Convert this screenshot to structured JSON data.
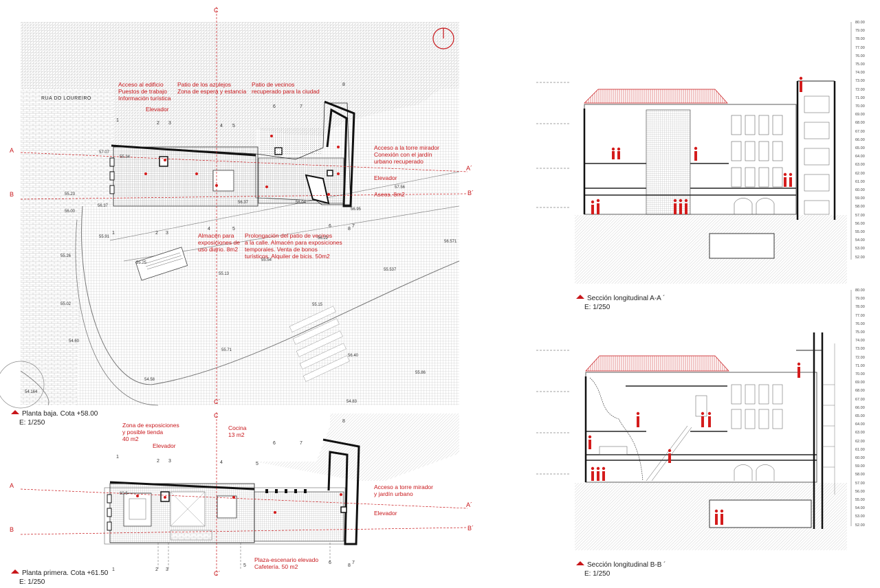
{
  "street_label": "RUA DO LOUREIRO",
  "plan_ground": {
    "caption_title": "Planta baja. Cota +58.00",
    "caption_scale": "E: 1/250",
    "labels": [
      "Acceso al edificio\nPuestos de trabajo\nInformación turística",
      "Elevador",
      "Patio de los azulejos\nZona de espera y estancia",
      "Patio de vecinos\nrecuperado para la ciudad",
      "Acceso a la torre mirador\nConexión con el jardín\nurbano recuperado",
      "Elevador",
      "Aseos. 8m2",
      "Almacén para\nexposiciones de\nuso diario. 8m2",
      "Prolongación del patio de vecinos\na la calle. Almacén para exposiciones\ntemporales. Venta de bonos\nturísticos. Alquiler de bicis. 50m2"
    ],
    "levels": [
      "57.07",
      "55.34",
      "55.23",
      "56.37",
      "56.00",
      "55.91",
      "55.26",
      "55.25",
      "55.02",
      "54.60",
      "54.58",
      "54.164",
      "55.13",
      "55.54",
      "55.537",
      "55.15",
      "55.71",
      "56.40",
      "55.86",
      "54.83",
      "56.37",
      "56.04",
      "57.56",
      "56.95",
      "56.22",
      "56.571"
    ]
  },
  "plan_first": {
    "caption_title": "Planta primera. Cota +61.50",
    "caption_scale": "E: 1/250",
    "labels": [
      "Zona de exposiciones\ny posible tienda\n40 m2",
      "Elevador",
      "Cocina\n13 m2",
      "Acceso a torre mirador\ny jardín urbano",
      "Elevador",
      "Plaza-escenario elevado\nCafetería. 50 m2"
    ],
    "levels": [
      "60.5"
    ]
  },
  "axes": {
    "A": "A",
    "A_prime": "A´",
    "B": "B",
    "B_prime": "B´",
    "C": "C",
    "C_prime": "C´",
    "numbers": [
      "1",
      "2",
      "3",
      "4",
      "5",
      "6",
      "7",
      "8"
    ]
  },
  "section_aa": {
    "caption_title": "Sección longitudinal A-A ´",
    "caption_scale": "E: 1/250",
    "scale": [
      "80.00",
      "79.00",
      "78.00",
      "77.00",
      "76.00",
      "75.00",
      "74.00",
      "73.00",
      "72.00",
      "71.00",
      "70.00",
      "69.00",
      "68.00",
      "67.00",
      "66.00",
      "65.00",
      "64.00",
      "63.00",
      "62.00",
      "61.00",
      "60.00",
      "59.00",
      "58.00",
      "57.00",
      "56.00",
      "55.00",
      "54.00",
      "53.00",
      "52.00"
    ]
  },
  "section_bb": {
    "caption_title": "Sección longitudinal B-B ´",
    "caption_scale": "E: 1/250",
    "scale": [
      "80.00",
      "79.00",
      "78.00",
      "77.00",
      "76.00",
      "75.00",
      "74.00",
      "73.00",
      "72.00",
      "71.00",
      "70.00",
      "69.00",
      "68.00",
      "67.00",
      "66.00",
      "65.00",
      "64.00",
      "63.00",
      "62.00",
      "61.00",
      "60.00",
      "59.00",
      "58.00",
      "57.00",
      "56.00",
      "55.00",
      "54.00",
      "53.00",
      "52.00"
    ]
  },
  "colors": {
    "accent": "#c8161a",
    "hatch": "#9a9a9a",
    "wall": "#111111"
  }
}
